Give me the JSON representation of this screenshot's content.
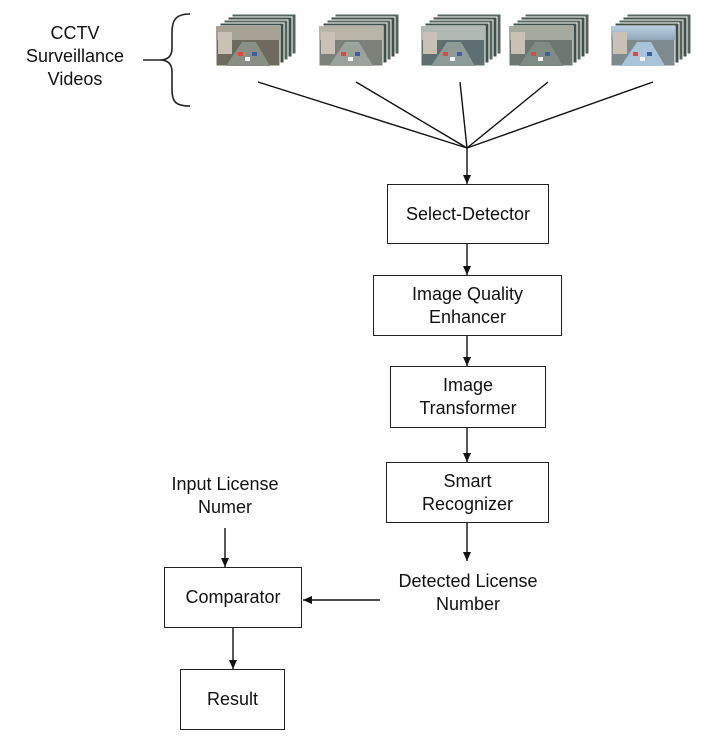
{
  "input": {
    "label": "CCTV\nSurveillance\nVideos",
    "video_count": 5
  },
  "pipeline": {
    "select_detector": "Select-Detector",
    "enhancer": "Image Quality\nEnhancer",
    "transformer": "Image\nTransformer",
    "recognizer": "Smart\nRecognizer"
  },
  "detected_label": "Detected License\nNumber",
  "input_license_label": "Input License\nNumer",
  "comparator": "Comparator",
  "result": "Result"
}
